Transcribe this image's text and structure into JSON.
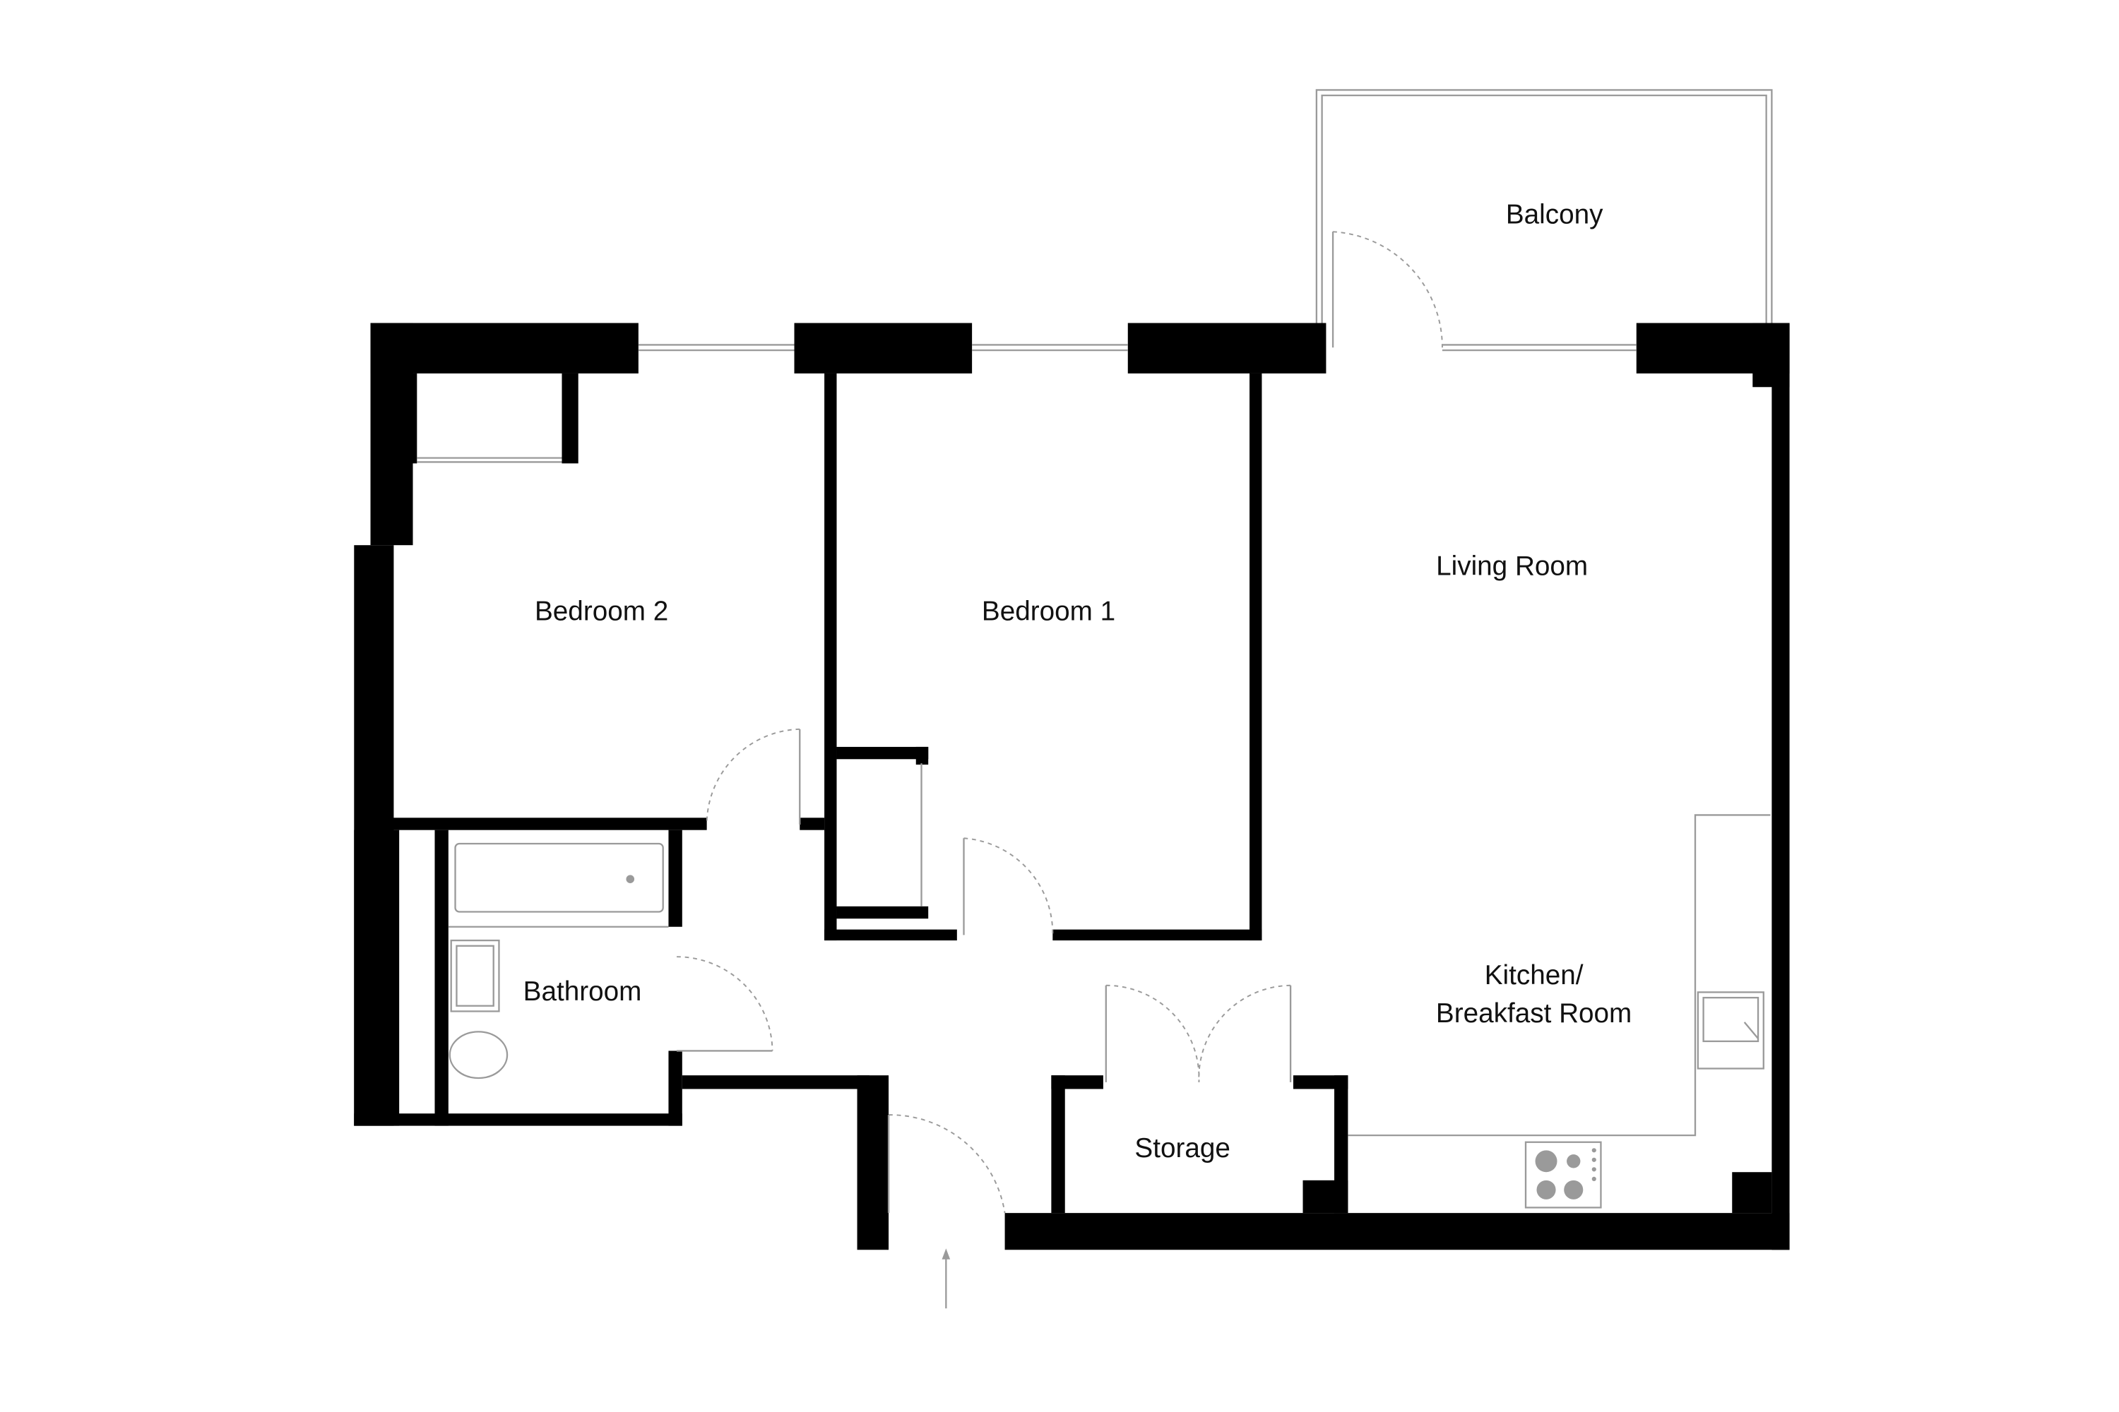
{
  "floorplan": {
    "rooms": {
      "balcony": "Balcony",
      "living_room": "Living Room",
      "bedroom_2": "Bedroom 2",
      "bedroom_1": "Bedroom 1",
      "bathroom": "Bathroom",
      "kitchen_line1": "Kitchen/",
      "kitchen_line2": "Breakfast Room",
      "storage": "Storage"
    },
    "colors": {
      "wall": "#000000",
      "fixture": "#9a9a9a",
      "background": "#ffffff"
    }
  }
}
